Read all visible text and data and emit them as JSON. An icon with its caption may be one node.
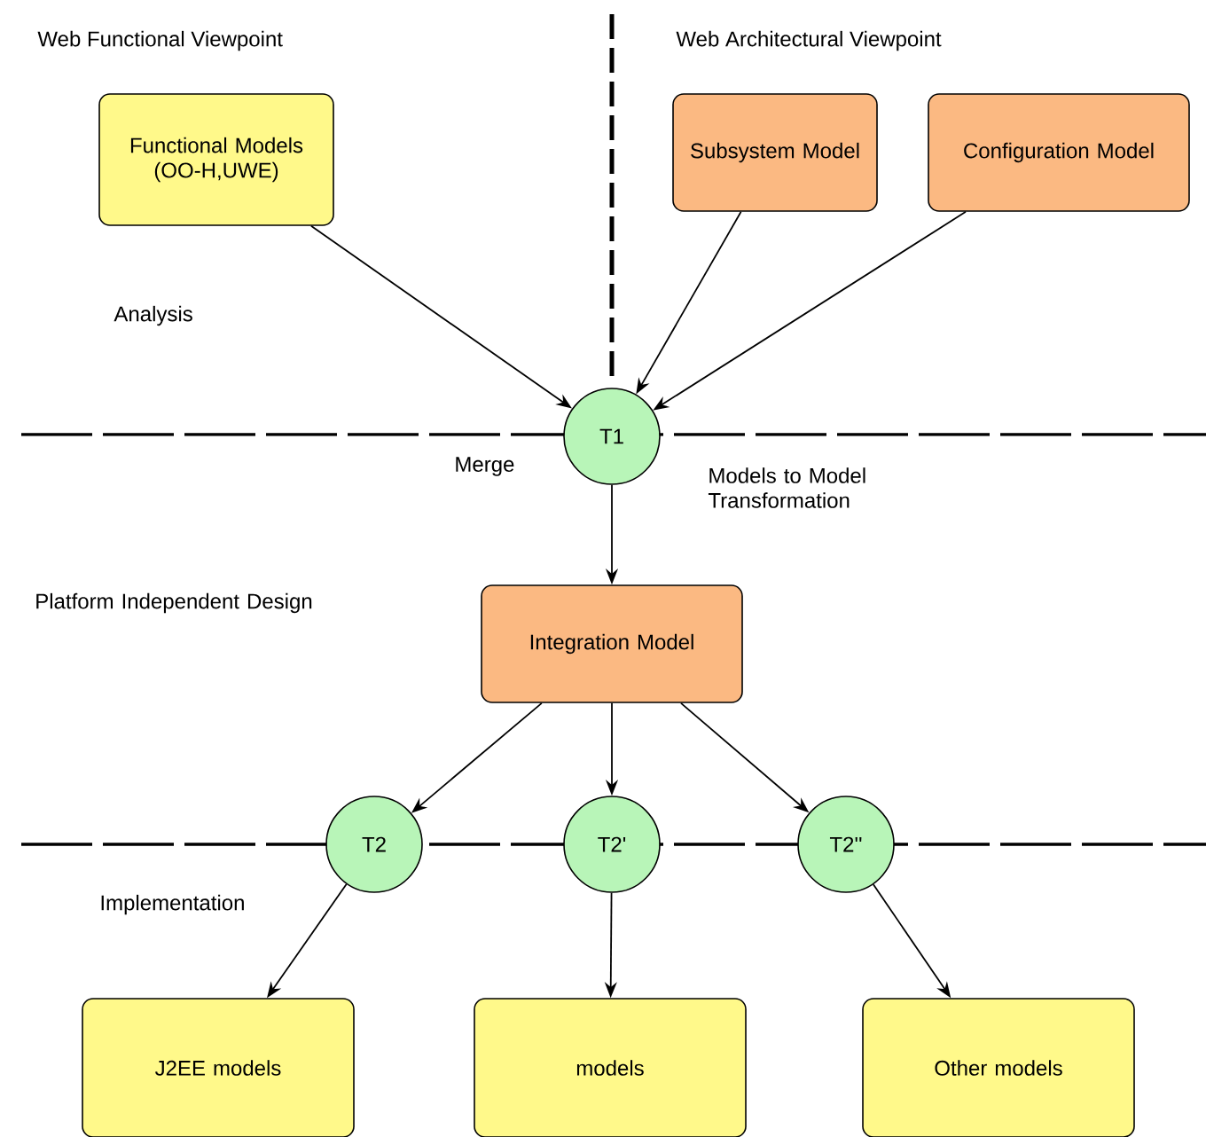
{
  "diagram": {
    "nodes": [
      {
        "text": [
          "Functional Models (OO-H,UWE)"
        ]
      },
      {
        "text": [
          "Subsystem Model"
        ]
      },
      {
        "text": [
          "Configuration Model"
        ]
      },
      {
        "text": [
          "T1"
        ]
      },
      {
        "text": [
          "Integration Model"
        ]
      },
      {
        "text": [
          "T2"
        ]
      },
      {
        "text": [
          "T2'"
        ]
      },
      {
        "text": [
          "T2''"
        ]
      },
      {
        "text": [
          "J2EE models"
        ]
      },
      {
        "text": [
          "models"
        ]
      },
      {
        "text": [
          "Other models"
        ]
      }
    ],
    "edges": [
      {
        "from": 0,
        "to": 3,
        "arrow": "to"
      },
      {
        "from": 1,
        "to": 3,
        "arrow": "to"
      },
      {
        "from": 2,
        "to": 3,
        "arrow": "to"
      },
      {
        "from": 3,
        "to": 4,
        "arrow": "to"
      },
      {
        "from": 4,
        "to": 5,
        "arrow": "to"
      },
      {
        "from": 4,
        "to": 6,
        "arrow": "to"
      },
      {
        "from": 4,
        "to": 7,
        "arrow": "to"
      },
      {
        "from": 5,
        "to": 8,
        "arrow": "to"
      },
      {
        "from": 6,
        "to": 9,
        "arrow": "to"
      },
      {
        "from": 7,
        "to": 10,
        "arrow": "to"
      }
    ],
    "labels": [
      "Web Functional Viewpoint",
      "Web Architectural Viewpoint",
      "Analysis",
      "Merge",
      "Models to Model Transformation",
      "Platform Independent Design",
      "Implementation"
    ]
  }
}
